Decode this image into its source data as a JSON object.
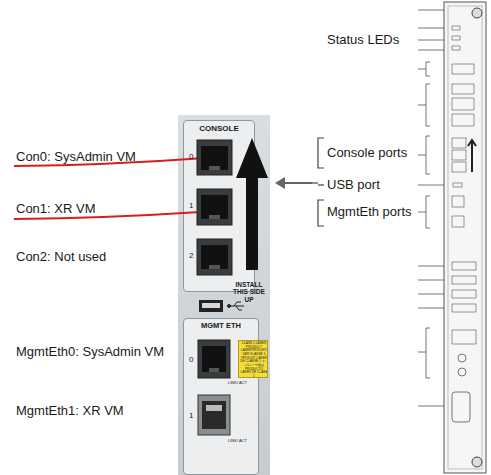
{
  "diagram": {
    "nodes": [
      {
        "text": [
          "INSTALL THIS SIDE UP"
        ]
      },
      {
        "text": [
          "CONSOLE",
          "0",
          "1",
          "2"
        ],
        "in": 0
      },
      {
        "text": [
          "MGMT ETH",
          "0",
          "LINK/ ACT",
          "1",
          "LINK/ ACT"
        ],
        "in": 0
      },
      {
        "text": [
          "CLASS 1 LASER PRODUCT LASERPRODUKT DER KLASSE 1 PRODUIT LASER DE CLASSE 1 クラス1レーザ製品 PRODUCTO LASER DE CLASE 1"
        ],
        "in": 0
      }
    ],
    "labels": [
      "Con0: SysAdmin VM",
      "Con1: XR VM",
      "Con2: Not used",
      "MgmtEth0: SysAdmin VM",
      "MgmtEth1: XR VM",
      "Status LEDs",
      "Console ports",
      "USB port",
      "MgmtEth ports"
    ]
  }
}
